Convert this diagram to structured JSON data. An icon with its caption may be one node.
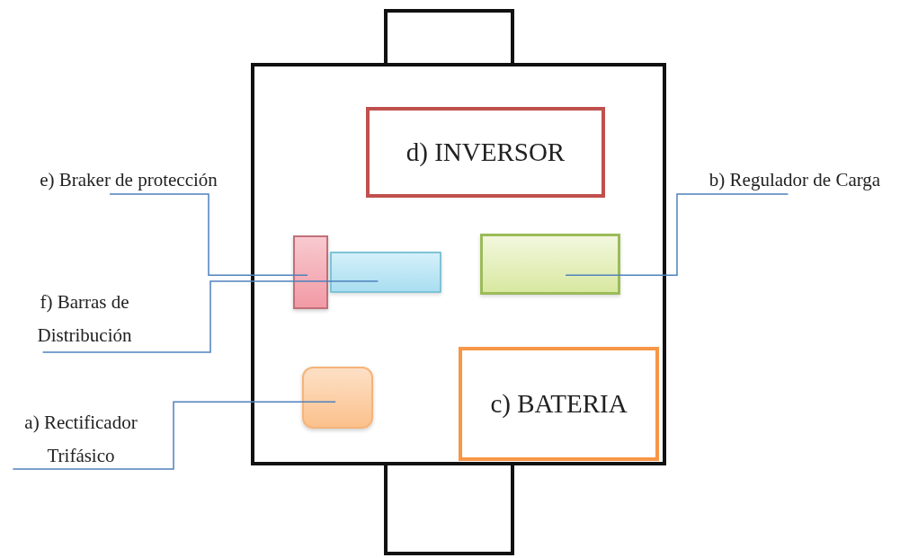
{
  "diagram": {
    "nodes": [
      {
        "text": [],
        "shape": "box"
      },
      {
        "text": [],
        "shape": "box"
      },
      {
        "text": [
          "d) INVERSOR"
        ],
        "in": 1
      },
      {
        "text": [
          "e) Braker de protección"
        ]
      },
      {
        "text": [
          "b) Regulador de Carga"
        ]
      },
      {
        "text": [],
        "shape": "box",
        "in": 1
      },
      {
        "text": [],
        "shape": "bar",
        "in": 1
      },
      {
        "text": [],
        "shape": "box",
        "in": 1
      },
      {
        "text": [
          "f) Barras de Distribución"
        ]
      },
      {
        "text": [],
        "shape": "box",
        "in": 1
      },
      {
        "text": [
          "c) BATERIA"
        ],
        "in": 1
      },
      {
        "text": [
          "a) Rectificador Trifásico"
        ]
      },
      {
        "text": [],
        "shape": "box"
      }
    ],
    "edges": [
      {
        "from": 3,
        "to": 5,
        "arrow": "none"
      },
      {
        "from": 8,
        "to": 6,
        "arrow": "none"
      },
      {
        "from": 4,
        "to": 7,
        "arrow": "none"
      },
      {
        "from": 11,
        "to": 9,
        "arrow": "none"
      }
    ]
  }
}
